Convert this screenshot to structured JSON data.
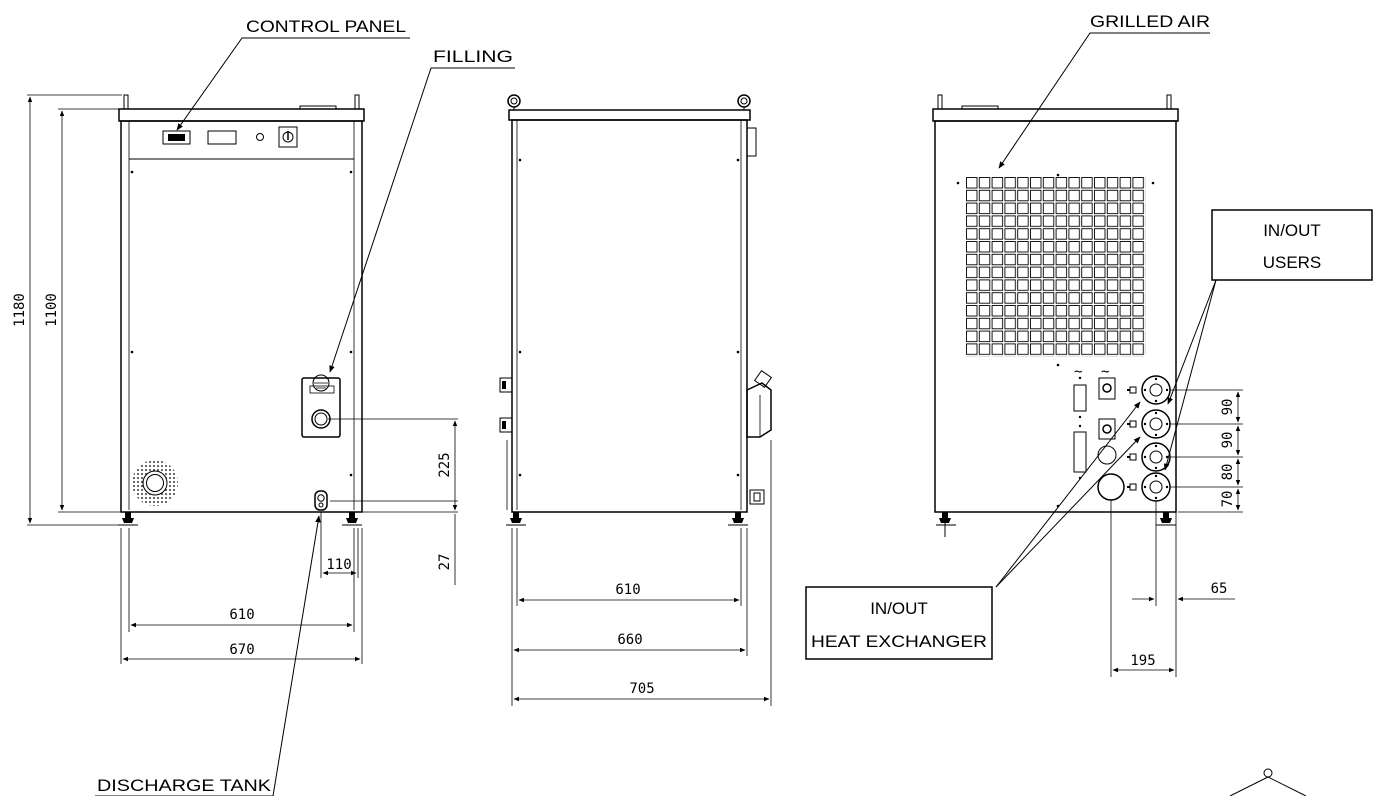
{
  "labels": {
    "control_panel": "CONTROL PANEL",
    "filling": "FILLING",
    "discharge_tank": "DISCHARGE TANK",
    "grilled_air": "GRILLED AIR",
    "users_line1": "IN/OUT",
    "users_line2": "USERS",
    "hx_line1": "IN/OUT",
    "hx_line2": "HEAT EXCHANGER"
  },
  "dimensions": {
    "front": {
      "overall_height": "1180",
      "body_height": "1100",
      "filling_height": "225",
      "discharge_height": "27",
      "discharge_offset": "110",
      "inner_width": "610",
      "outer_width": "670"
    },
    "side": {
      "inner_width": "610",
      "outer_width": "660",
      "total_depth": "705"
    },
    "rear": {
      "spacing_1": "90",
      "spacing_2": "90",
      "spacing_3": "80",
      "spacing_4": "70",
      "offset_65": "65",
      "offset_195": "195"
    }
  },
  "symbols": {
    "tilde": "~"
  }
}
